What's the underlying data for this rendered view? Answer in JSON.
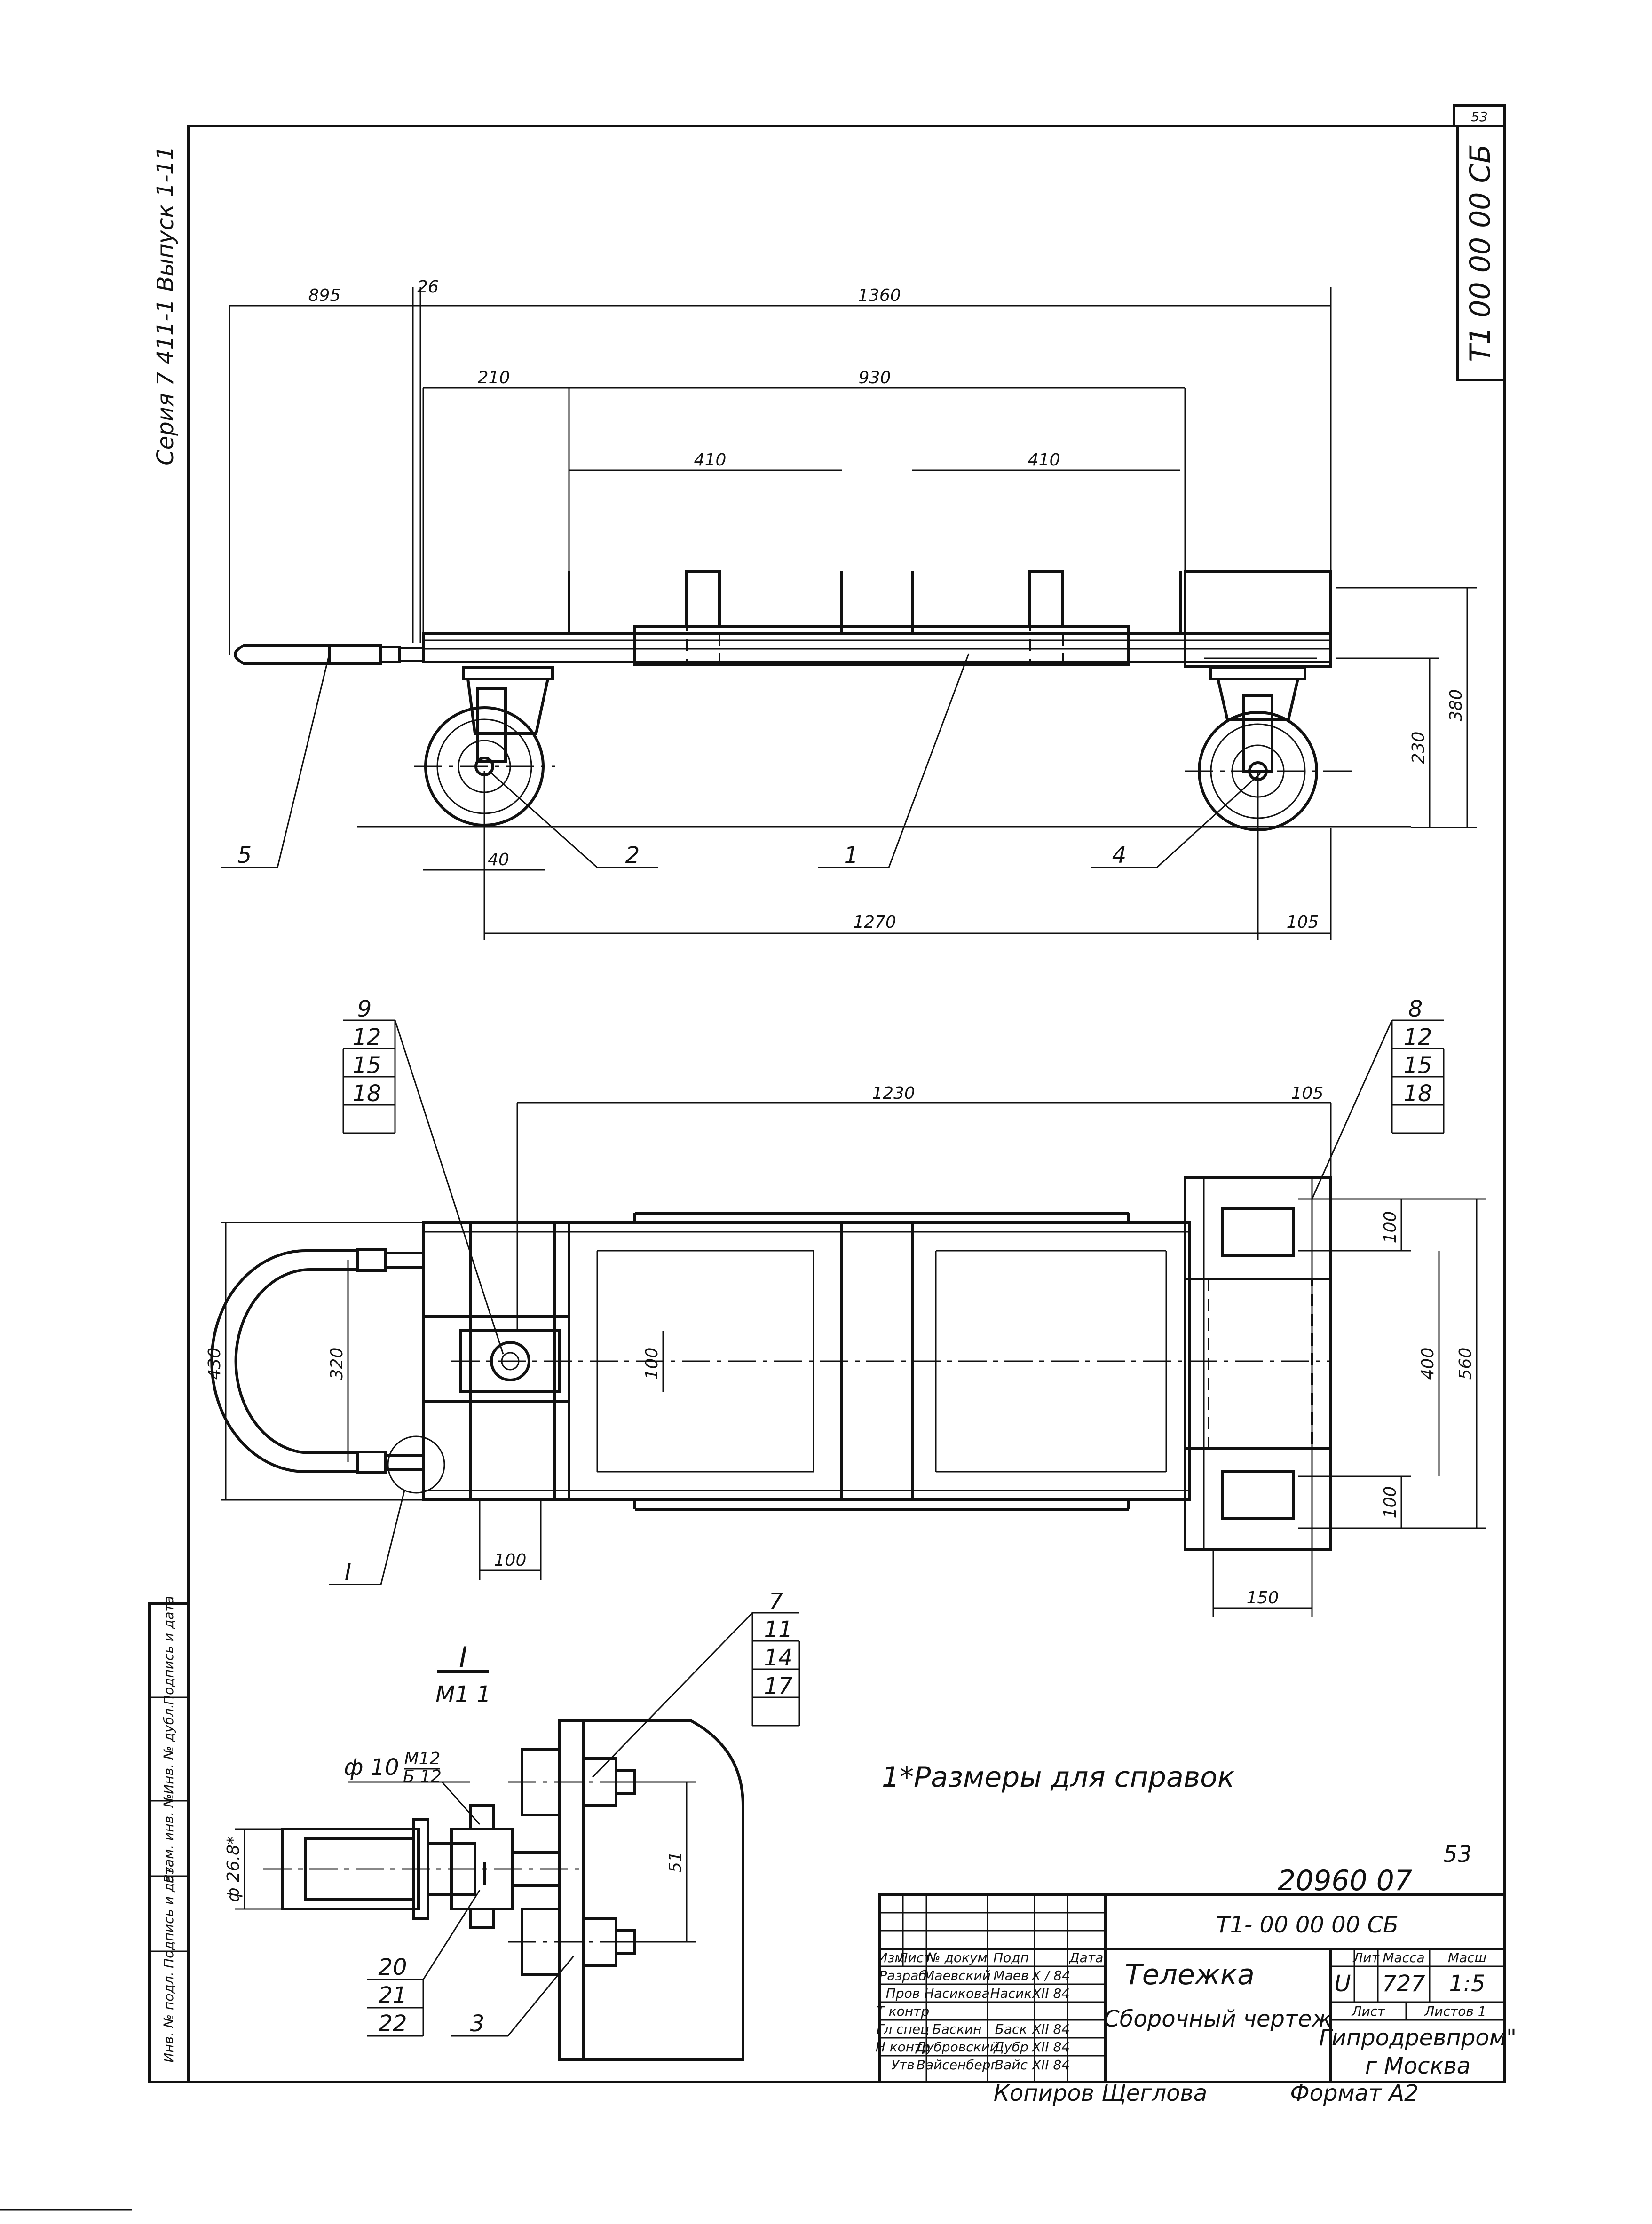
{
  "sheet": {
    "page_number": "53",
    "code_vertical": "Т1 00 00 00 СБ",
    "series_vertical": "Серия 7 411-1 Выпуск 1-11",
    "note": "1*Размеры для справок",
    "archive_no": "20960 07",
    "page_number_2": "53"
  },
  "side_view": {
    "dims": {
      "d895": "895",
      "d26": "26",
      "d1360": "1360",
      "d210": "210",
      "d930": "930",
      "d410a": "410",
      "d410b": "410",
      "d380": "380",
      "d230": "230",
      "d40": "40",
      "d1270": "1270",
      "d105": "105"
    },
    "callouts": {
      "c5": "5",
      "c2": "2",
      "c1": "1",
      "c4": "4"
    }
  },
  "top_view": {
    "dims": {
      "d1230": "1230",
      "d105": "105",
      "d430": "430",
      "d320": "320",
      "d100c": "100",
      "d100b": "100",
      "d100tr": "100",
      "d400": "400",
      "d560": "560",
      "d100br": "100",
      "d150": "150"
    },
    "left_box": [
      "9",
      "12",
      "15",
      "18"
    ],
    "right_box": [
      "8",
      "12",
      "15",
      "18"
    ],
    "detail_ref": "I"
  },
  "detail": {
    "title": "I",
    "scale": "М1 1",
    "box": [
      "7",
      "11",
      "14",
      "17"
    ],
    "phi10": "ф 10",
    "m12": "М12",
    "b12": "Б 12",
    "phi268": "ф 26.8*",
    "d51": "51",
    "stack": [
      "20",
      "21",
      "22"
    ],
    "c3": "3"
  },
  "side_stamp": [
    "Инв. № подл.",
    "Подпись и дата",
    "Взам. инв. №",
    "Инв. № дубл.",
    "Подпись и дата"
  ],
  "title_block": {
    "doc_code": "Т1- 00 00 00 СБ",
    "name": "Тележка",
    "subtitle": "Сборочный чертеж",
    "col_headers": [
      "Изм",
      "Лист",
      "№ докум",
      "Подп",
      "Дата"
    ],
    "rows": [
      {
        "role": "Разраб",
        "name": "Маевский",
        "sign": "Маев",
        "date": "X / 84"
      },
      {
        "role": "Пров",
        "name": "Насикова",
        "sign": "Насик",
        "date": "XII 84"
      },
      {
        "role": "Т контр",
        "name": "",
        "sign": "",
        "date": ""
      },
      {
        "role": "Гл спец",
        "name": "Баскин",
        "sign": "Баск",
        "date": "XII 84"
      },
      {
        "role": "Н контр",
        "name": "Дубровский",
        "sign": "Дубр",
        "date": "XII 84"
      },
      {
        "role": "Утв",
        "name": "Вайсенберг",
        "sign": "Вайс",
        "date": "XII 84"
      }
    ],
    "lit_label": "Лит",
    "mass_label": "Масса",
    "scale_label": "Масш",
    "lit": "U",
    "mass": "727",
    "scale": "1:5",
    "sheet_label": "Лист",
    "sheets_label": "Листов 1",
    "org": "Гипродревпром\"",
    "city": "г Москва"
  },
  "footer": {
    "copied": "Копиров Щеглова",
    "format": "Формат А2"
  }
}
